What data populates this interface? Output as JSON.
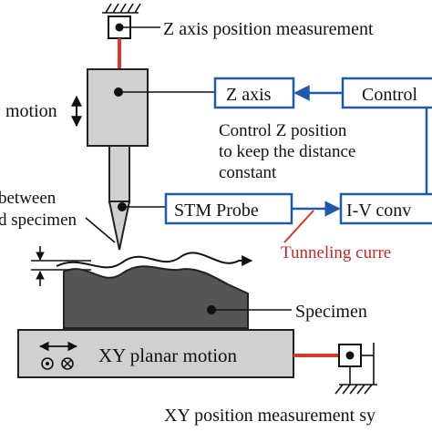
{
  "labels": {
    "z_position_measurement": "Z axis position measurement",
    "z_motion": "motion",
    "z_axis_box": "Z axis",
    "controller_box": "Control",
    "control_note_line1": "Control  Z  position",
    "control_note_line2": "to keep the distance",
    "control_note_line3": "constant",
    "distance_line1": "between",
    "distance_line2": "d specimen",
    "stm_probe_box": "STM Probe",
    "iv_converter_box": "I-V conv",
    "tunneling_current": "Tunneling curre",
    "specimen": "Specimen",
    "xy_planar_motion": "XY planar motion",
    "xy_position_measurement": "XY position measurement sy"
  },
  "colors": {
    "block_fill": "#d0d0d0",
    "outline": "#222222",
    "blue_flow": "#1e5aa8",
    "red_link": "#d83a2a"
  },
  "icons": {
    "wall_mount": "hatched-ground-icon",
    "vertical_motion": "double-headed-vertical-arrow-icon",
    "horizontal_motion": "double-headed-horizontal-arrow-icon",
    "plane_axes": "circle-dot-circle-cross-icon"
  }
}
